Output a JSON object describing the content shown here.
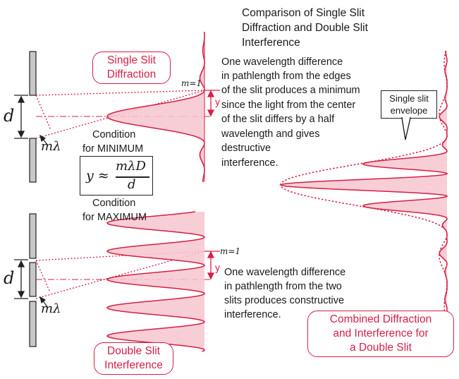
{
  "title": [
    "Comparison of Single Slit",
    "Diffraction and Double Slit",
    "Interference"
  ],
  "single_slit": {
    "label": [
      "Single Slit",
      "Diffraction"
    ],
    "description": [
      "One wavelength difference",
      "in pathlength from the edges",
      "of the slit produces a minimum",
      "since the light from the center",
      "of the slit differs by a half",
      "wavelength and gives",
      "destructive",
      "interference."
    ],
    "order_label": "m=1",
    "y_label": "y",
    "d_label": "d",
    "path_label": "mλ"
  },
  "conditions": {
    "minimum": [
      "Condition",
      "for MINIMUM"
    ],
    "maximum": [
      "Condition",
      "for MAXIMUM"
    ],
    "formula_lhs": "y ≈",
    "formula_num": "mλD",
    "formula_den": "d"
  },
  "double_slit": {
    "label": [
      "Double Slit",
      "Interference"
    ],
    "description": [
      "One wavelength difference",
      "in pathlength from the two",
      "slits produces constructive",
      "interference."
    ],
    "order_label": "m=1",
    "y_label": "y",
    "d_label": "d",
    "path_label": "mλ"
  },
  "combined": {
    "label": [
      "Combined Diffraction",
      "and Interference for",
      "a Double Slit"
    ],
    "callout": [
      "Single slit",
      "envelope"
    ]
  },
  "colors": {
    "accent": "#d62046",
    "fill": "#f7c6cf",
    "ink": "#1a1a1a",
    "slit": "#c8c8c8"
  }
}
